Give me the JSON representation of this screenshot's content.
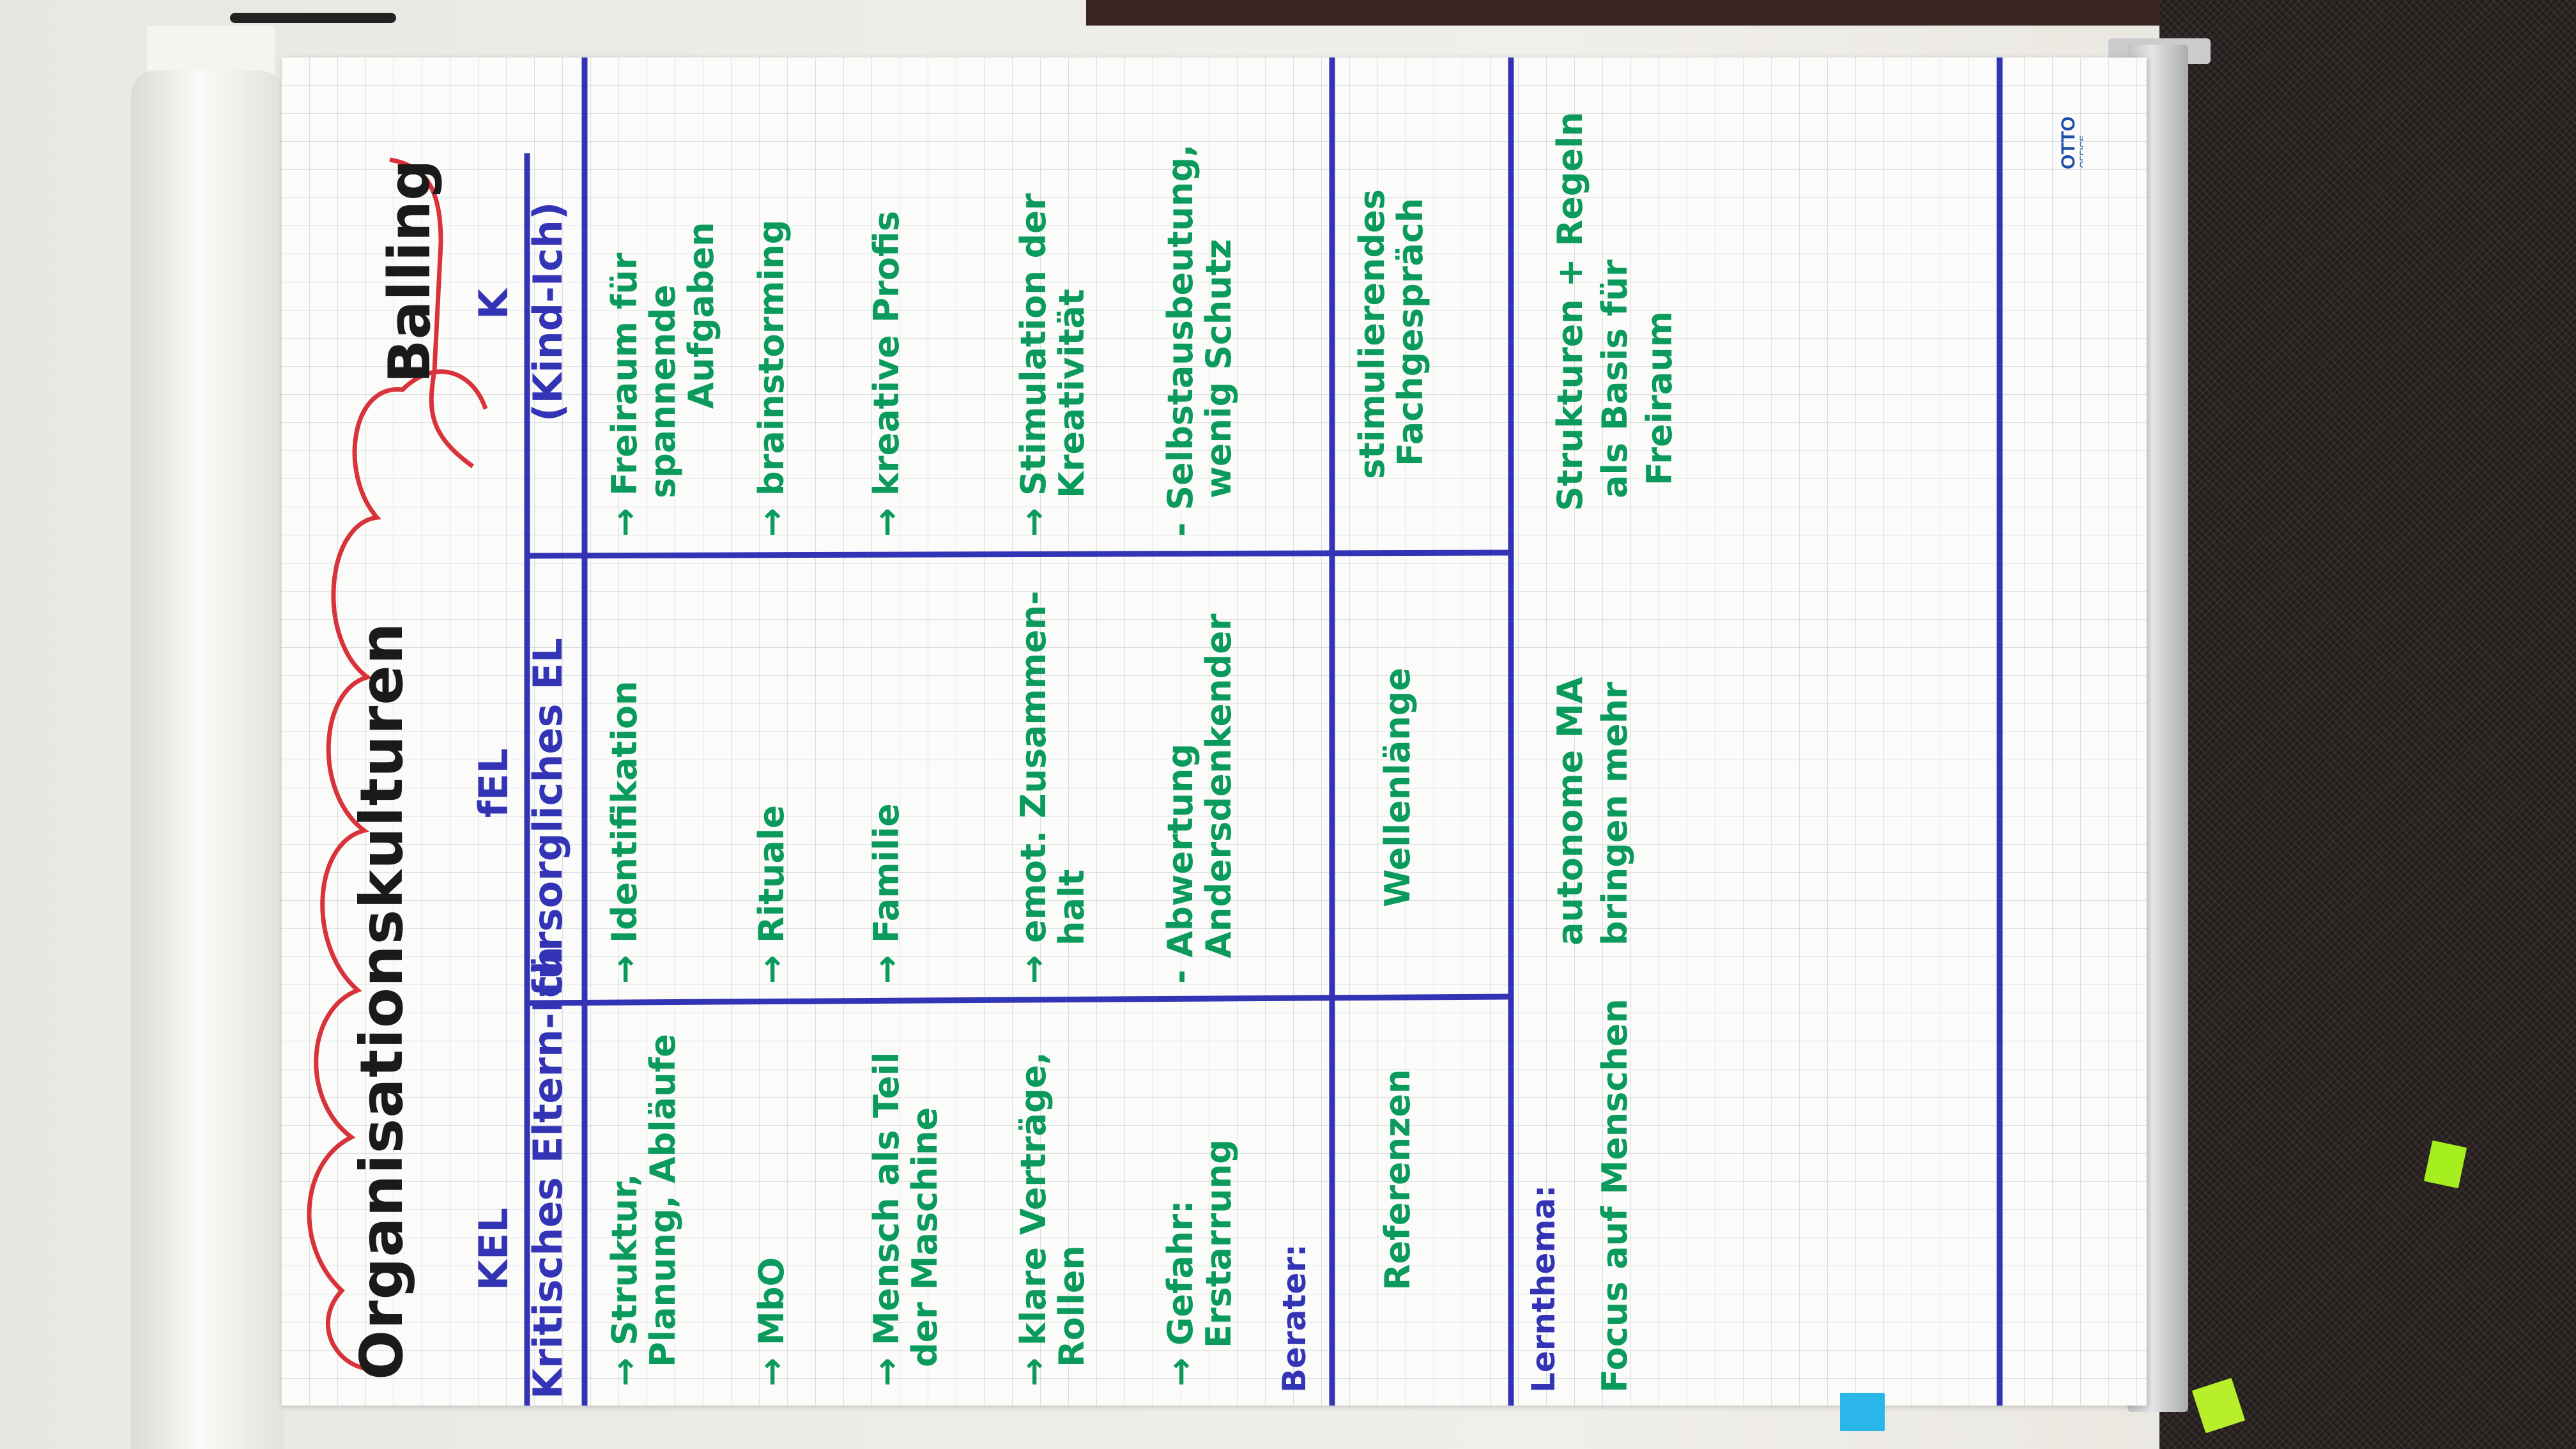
{
  "title": "Organisationskulturen",
  "author": "Balling",
  "logo": {
    "brand": "OTTO",
    "sub": "OFFICE"
  },
  "columns": [
    {
      "abbr": "KEL",
      "name": "Kritisches Eltern-Ich"
    },
    {
      "abbr": "fEL",
      "name": "fürsorgliches EL"
    },
    {
      "abbr": "K",
      "name": "(Kind-Ich)"
    }
  ],
  "rows": [
    {
      "label": "",
      "cells": [
        [
          "→ Struktur,",
          "Planung, Abläufe",
          "→ MbO",
          "→ Mensch als Teil",
          "der Maschine",
          "→ klare Verträge,",
          "Rollen",
          "→ Gefahr:",
          "Erstarrung"
        ],
        [
          "→ Identifikation",
          "→ Rituale",
          "→ Familie",
          "→ emot. Zusammen-",
          "halt",
          "- Abwertung",
          "Andersdenkender"
        ],
        [
          "→ Freiraum für",
          "spannende",
          "Aufgaben",
          "→ brainstorming",
          "→ kreative Profis",
          "→ Stimulation der",
          "Kreativität",
          "- Selbstausbeutung,",
          "wenig Schutz"
        ]
      ]
    },
    {
      "label": "Berater:",
      "cells": [
        [
          "Referenzen"
        ],
        [
          "Wellenlänge"
        ],
        [
          "stimulierendes",
          "Fachgespräch"
        ]
      ]
    },
    {
      "label": "Lernthema:",
      "cells": [
        [
          "Focus auf Menschen"
        ],
        [
          "autonome MA",
          "bringen mehr"
        ],
        [
          "Strukturen + Regeln",
          "als Basis für",
          "Freiraum"
        ]
      ]
    }
  ],
  "colors": {
    "green": "#0a9a5b",
    "blue": "#3333b5",
    "red": "#d8333a",
    "black": "#1a1a1a"
  }
}
